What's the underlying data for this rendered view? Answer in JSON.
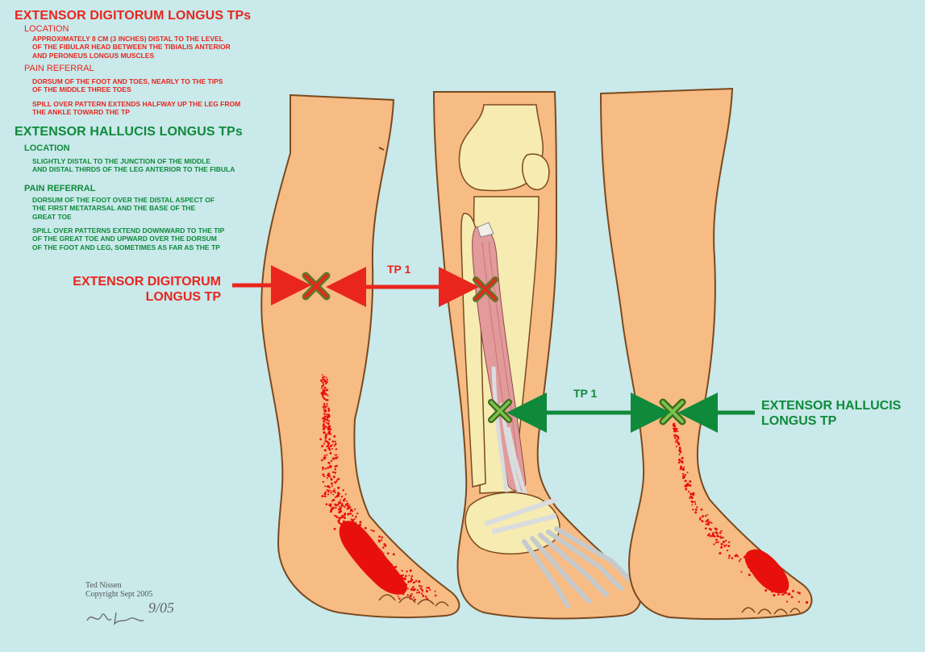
{
  "edl": {
    "title": "EXTENSOR DIGITORUM LONGUS TPs",
    "location_heading": "LOCATION",
    "location_text": "APPROXIMATELY 8 CM (3 INCHES) DISTAL TO THE LEVEL\nOF THE FIBULAR HEAD BETWEEN THE TIBIALIS ANTERIOR\nAND PERONEUS LONGUS MUSCLES",
    "pain_heading": "PAIN REFERRAL",
    "pain_text": "DORSUM OF THE FOOT AND TOES, NEARLY TO THE TIPS\nOF THE MIDDLE THREE TOES",
    "spill_text": "SPILL OVER PATTERN EXTENDS HALFWAY UP THE LEG FROM\nTHE ANKLE TOWARD THE TP",
    "label": "EXTENSOR DIGITORUM\nLONGUS TP",
    "tp_label": "TP 1",
    "color": "#e8261e"
  },
  "ehl": {
    "title": "EXTENSOR HALLUCIS LONGUS TPs",
    "location_heading": "LOCATION",
    "location_text": "SLIGHTLY DISTAL TO THE JUNCTION OF THE MIDDLE\nAND DISTAL THIRDS OF THE LEG ANTERIOR TO THE FIBULA",
    "pain_heading": "PAIN REFERRAL",
    "pain_text": "DORSUM OF THE FOOT OVER THE DISTAL ASPECT OF\nTHE FIRST METATARSAL AND THE BASE OF THE\nGREAT TOE",
    "spill_text": "SPILL OVER PATTERNS EXTEND DOWNWARD TO THE TIP\nOF THE GREAT TOE AND UPWARD OVER THE DORSUM\nOF THE FOOT AND LEG, SOMETIMES AS FAR AS THE TP",
    "label": "EXTENSOR HALLUCIS\nLONGUS TP",
    "tp_label": "TP 1",
    "color": "#0f8a3a"
  },
  "credit": {
    "author": "Ted Nissen\nCopyright Sept 2005",
    "signature": "9/05"
  },
  "colors": {
    "background": "#c9e9eb",
    "skin": "#f7bb84",
    "outline": "#7a4a1e",
    "bone": "#f6ebb0",
    "muscle": "#e29a9a",
    "tendon": "#d9dde0"
  }
}
